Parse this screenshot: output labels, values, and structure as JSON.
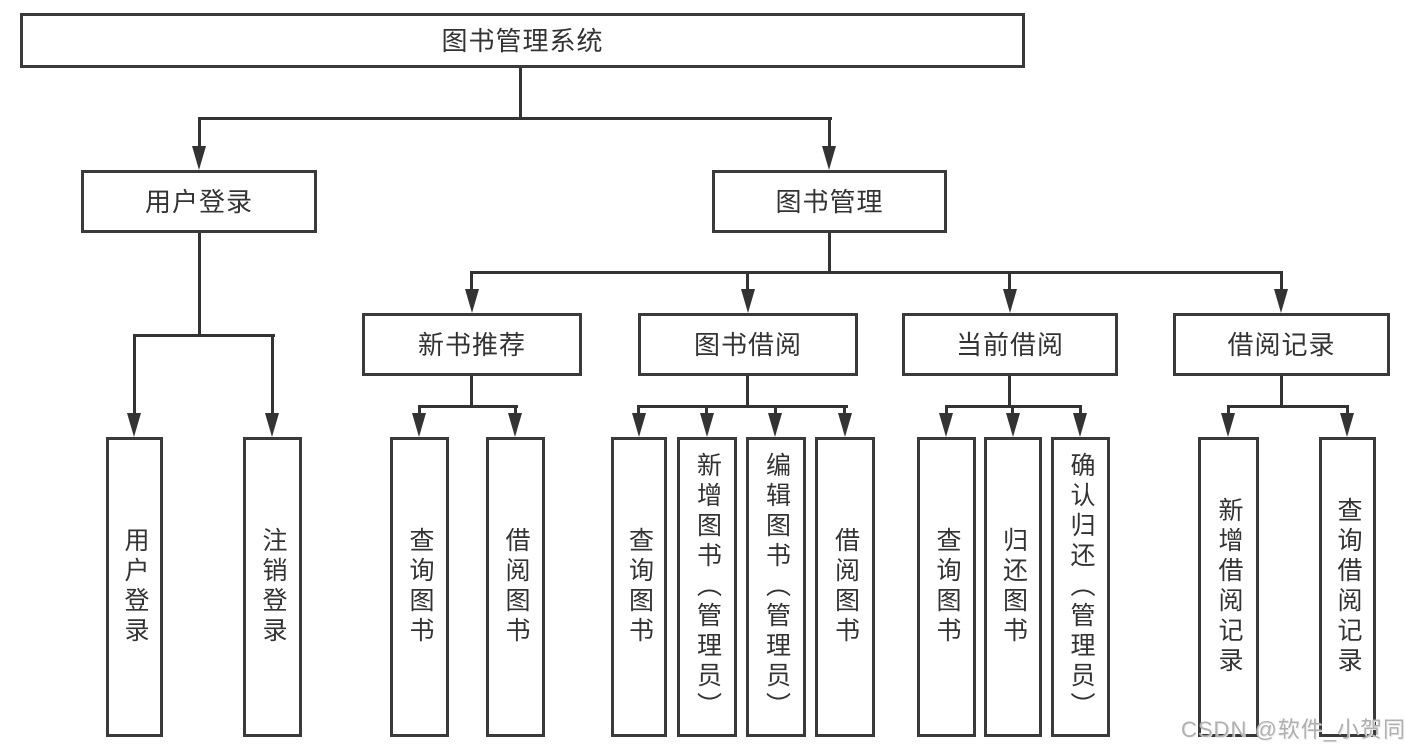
{
  "colors": {
    "background": "#ffffff",
    "line": "#333333",
    "box_border": "#3a3a3a",
    "box_fill": "#ffffff",
    "text": "#333333",
    "watermark": "#b0b0b0"
  },
  "watermark": {
    "text": "CSDN @软件_小贺同学"
  },
  "tree": {
    "root": {
      "label": "图书管理系统"
    },
    "branches": [
      {
        "label": "用户登录",
        "children": [
          {
            "label": "用户登录"
          },
          {
            "label": "注销登录"
          }
        ]
      },
      {
        "label": "图书管理",
        "children": [
          {
            "label": "新书推荐",
            "children": [
              {
                "label": "查询图书"
              },
              {
                "label": "借阅图书"
              }
            ]
          },
          {
            "label": "图书借阅",
            "children": [
              {
                "label": "查询图书"
              },
              {
                "label": "新增图书（管理员）"
              },
              {
                "label": "编辑图书（管理员）"
              },
              {
                "label": "借阅图书"
              }
            ]
          },
          {
            "label": "当前借阅",
            "children": [
              {
                "label": "查询图书"
              },
              {
                "label": "归还图书"
              },
              {
                "label": "确认归还（管理员）"
              }
            ]
          },
          {
            "label": "借阅记录",
            "children": [
              {
                "label": "新增借阅记录"
              },
              {
                "label": "查询借阅记录"
              }
            ]
          }
        ]
      }
    ]
  }
}
